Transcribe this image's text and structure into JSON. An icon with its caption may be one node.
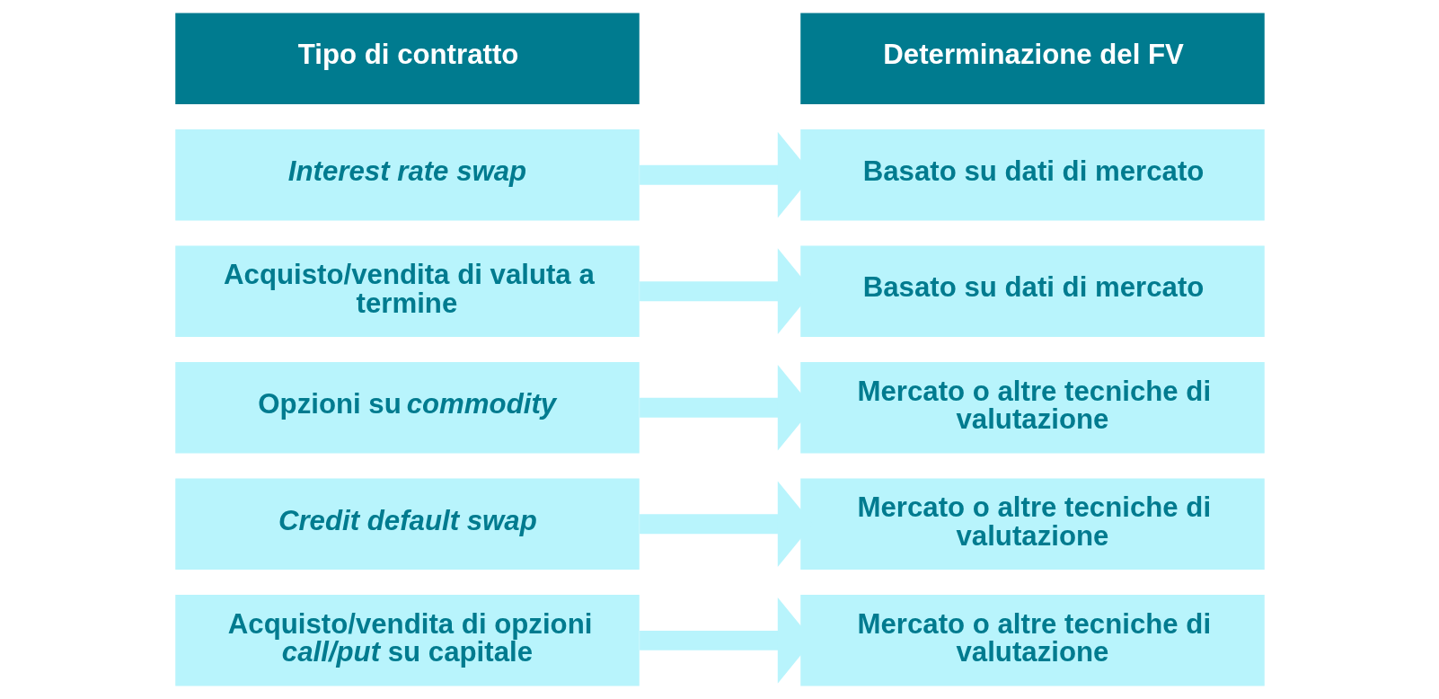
{
  "diagram": {
    "nodes": [
      {
        "text": [
          "Tipo di contratto"
        ]
      },
      {
        "text": [
          "Determinazione del FV"
        ]
      },
      {
        "text": [
          "Interest rate swap"
        ]
      },
      {
        "text": [
          "Acquisto/vendita di valuta a termine"
        ]
      },
      {
        "text": [
          "Opzioni su *commodity*"
        ]
      },
      {
        "text": [
          "Credit default swap"
        ]
      },
      {
        "text": [
          "Acquisto/vendita di opzioni *call/put* su capitale"
        ]
      },
      {
        "text": [
          "Basato su dati di mercato"
        ]
      },
      {
        "text": [
          "Basato su dati di mercato"
        ]
      },
      {
        "text": [
          "Mercato o altre tecniche di valutazione"
        ]
      },
      {
        "text": [
          "Mercato o altre tecniche di valutazione"
        ]
      },
      {
        "text": [
          "Mercato o altre tecniche di valutazione"
        ]
      }
    ],
    "edges": [
      {
        "from": 2,
        "to": 7,
        "arrow": "to"
      },
      {
        "from": 3,
        "to": 8,
        "arrow": "to"
      },
      {
        "from": 4,
        "to": 9,
        "arrow": "to"
      },
      {
        "from": 5,
        "to": 10,
        "arrow": "to"
      },
      {
        "from": 6,
        "to": 11,
        "arrow": "to"
      }
    ]
  }
}
